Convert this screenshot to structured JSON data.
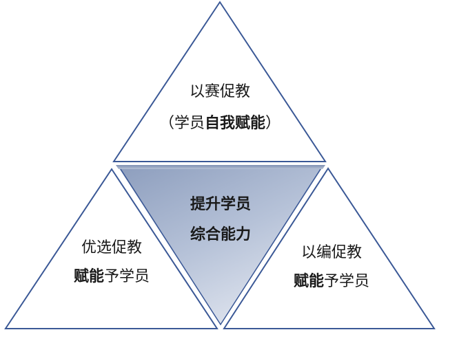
{
  "colors": {
    "background": "#ffffff",
    "stroke": "#3a5896",
    "center_fill_top": "#8fa0c0",
    "center_fill_bottom": "#d4dbe8",
    "text": "#1a1a1a"
  },
  "triangles": {
    "top": {
      "line1": "以赛促教",
      "line2_open": "（学员",
      "line2_bold": "自我赋能",
      "line2_close": "）"
    },
    "left": {
      "line1": "优选促教",
      "line2_bold": "赋能",
      "line2_rest": "予学员"
    },
    "right": {
      "line1": "以编促教",
      "line2_bold": "赋能",
      "line2_rest": "予学员"
    },
    "center": {
      "line1": "提升学员",
      "line2": "综合能力"
    }
  }
}
